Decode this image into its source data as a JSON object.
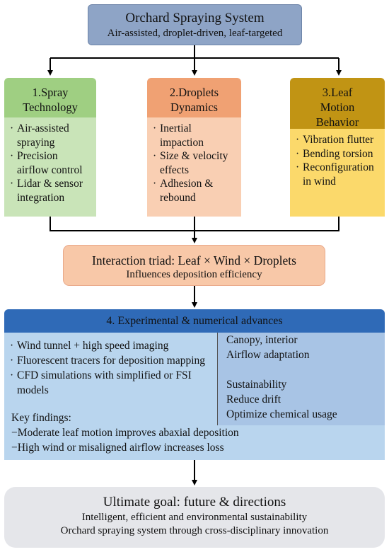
{
  "top": {
    "title": "Orchard Spraying System",
    "subtitle": "Air-assisted, droplet-driven, leaf-targeted"
  },
  "columns": [
    {
      "heading": [
        "1.Spray",
        "Technology"
      ],
      "items": [
        "Air-assisted spraying",
        "Precision airflow control",
        "Lidar & sensor integration"
      ]
    },
    {
      "heading": [
        "2.Droplets",
        "Dynamics"
      ],
      "items": [
        "Inertial impaction",
        "Size & velocity effects",
        "Adhesion & rebound"
      ]
    },
    {
      "heading": [
        "3.Leaf",
        "Motion",
        "Behavior"
      ],
      "items": [
        "Vibration flutter",
        "Bending torsion",
        "Reconfiguration in wind"
      ]
    }
  ],
  "triad": {
    "title": "Interaction triad: Leaf × Wind × Droplets",
    "subtitle": "Influences deposition efficiency"
  },
  "section4": {
    "title": "4. Experimental & numerical advances",
    "left_items": [
      "Wind tunnel + high speed imaging",
      "Fluorescent tracers for deposition mapping",
      "CFD simulations with simplified or FSI models"
    ],
    "right_top": [
      "Canopy, interior",
      "Airflow adaptation"
    ],
    "right_bottom": [
      "Sustainability",
      "Reduce drift",
      "Optimize chemical usage"
    ],
    "findings_label": "Key findings:",
    "findings": [
      "−Moderate leaf motion improves abaxial deposition",
      "−High wind or misaligned airflow increases loss"
    ]
  },
  "goal": {
    "title": "Ultimate goal: future & directions",
    "line1": "Intelligent, efficient and environmental sustainability",
    "line2": "Orchard spraying system through cross-disciplinary innovation"
  },
  "colors": {
    "top": "#8ea4c6",
    "col1_head": "#9fcf82",
    "col1_body": "#c9e4b8",
    "col2_head": "#f0a173",
    "col2_body": "#f9cfb3",
    "col3_head": "#c19414",
    "col3_body": "#fbd96b",
    "triad": "#f8c8a8",
    "sec4_head": "#2f6ab7",
    "sec4_body": "#b9d5ee",
    "sec4_right": "#a8c4e5",
    "goal": "#e5e6ea"
  }
}
